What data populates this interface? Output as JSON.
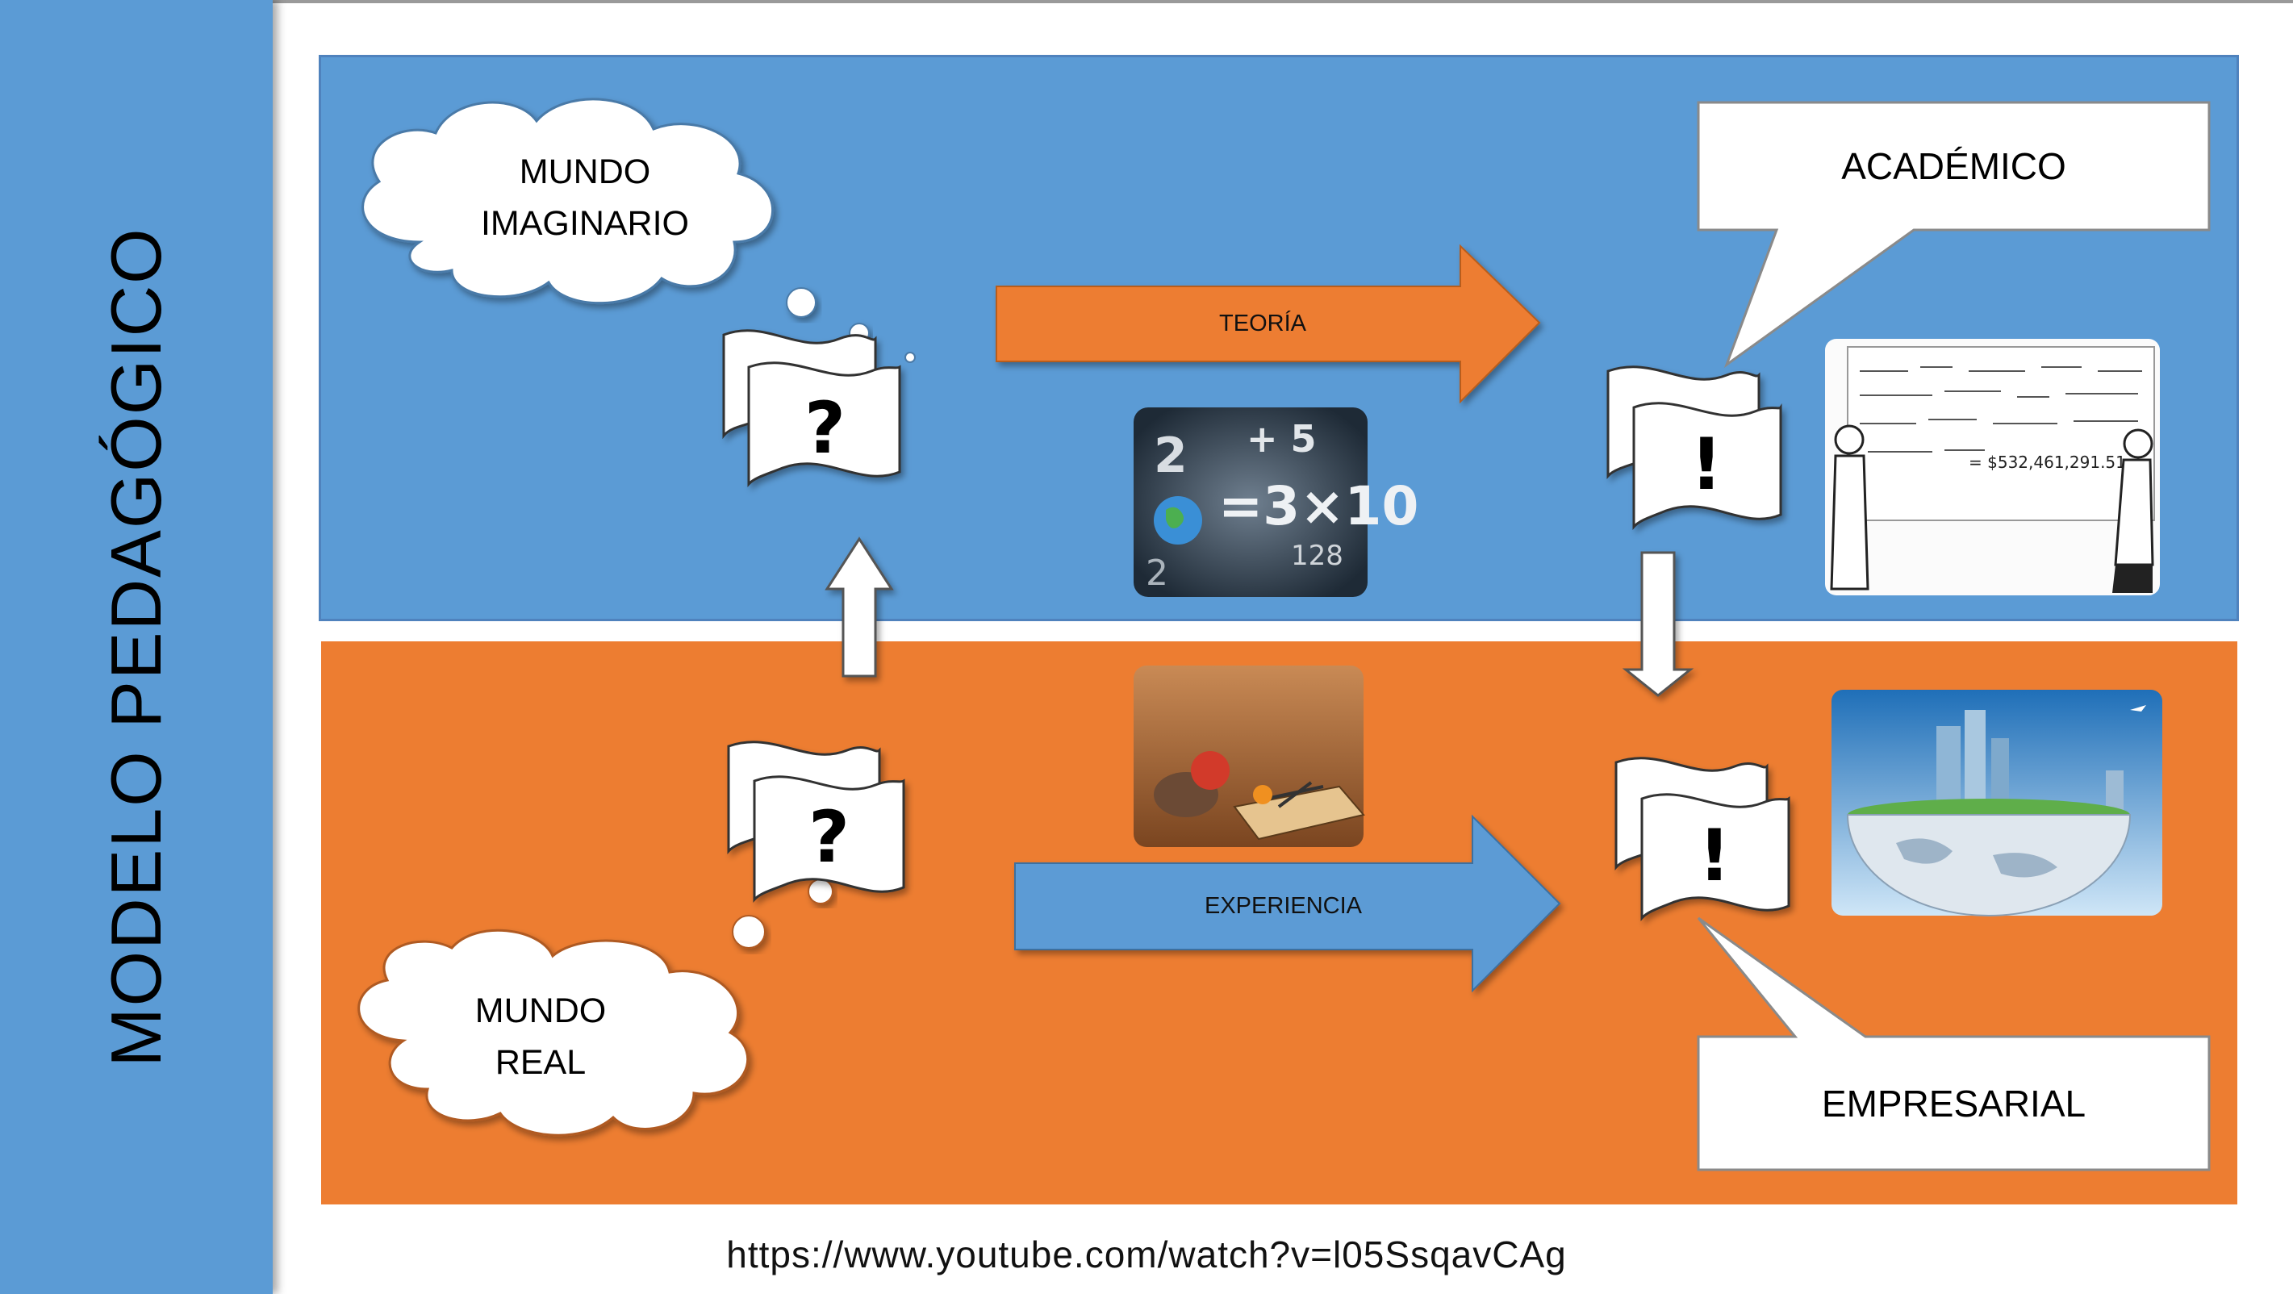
{
  "sidebar": {
    "title": "MODELO PEDAGÓGICO",
    "color": "#5b9bd5"
  },
  "bands": {
    "top_color": "#5b9bd5",
    "bottom_color": "#ed7d31"
  },
  "clouds": {
    "imaginary": "MUNDO\nIMAGINARIO",
    "real": "MUNDO\nREAL"
  },
  "arrows": {
    "theory": {
      "label": "TEORÍA",
      "color": "#ed7d31"
    },
    "experience": {
      "label": "EXPERIENCIA",
      "color": "#5b9bd5"
    }
  },
  "callouts": {
    "academic": "ACADÉMICO",
    "business": "EMPRESARIAL"
  },
  "banners": {
    "question_top": "?",
    "question_bottom": "?",
    "exclaim_top": "!",
    "exclaim_bottom": "!"
  },
  "images": [
    "numbers-photo",
    "professors-cartoon",
    "mouse-trap-photo",
    "city-globe-photo"
  ],
  "footer": {
    "url": "https://www.youtube.com/watch?v=l05SsqavCAg"
  }
}
